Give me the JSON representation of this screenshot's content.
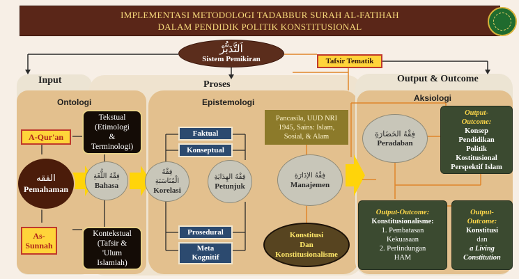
{
  "title": {
    "line1": "IMPLEMENTASI METODOLOGI TADABBUR SURAH AL-FATIHAH",
    "line2": "DALAM PENDIDIK POLITIK KONSTITUSIONAL"
  },
  "logo_icon": "university-seal-icon",
  "system": {
    "arabic": "اَلتَّدَبُّرْ",
    "label": "Sistem Pemikiran"
  },
  "tafsir": "Tafsir Tematik",
  "sections": {
    "input": "Input",
    "proses": "Proses",
    "output": "Output & Outcome"
  },
  "subsections": {
    "ontologi": "Ontologi",
    "epistemologi": "Epistemologi",
    "aksiologi": "Aksiologi"
  },
  "sources": {
    "quran": "A-Qur'an",
    "sunnah_1": "As-",
    "sunnah_2": "Sunnah"
  },
  "fiqh": {
    "arabic": "الفقه",
    "label": "Pemahaman"
  },
  "tekstual": {
    "l1": "Tekstual",
    "l2": "(Etimologi",
    "l3": "&",
    "l4": "Terminologi)"
  },
  "kontekstual": {
    "l1": "Kontekstual",
    "l2": "(Tafsir &",
    "l3": "'Ulum",
    "l4": "Islamiah)"
  },
  "bahasa": {
    "arabic": "فِقْهُ اللُّغَةِ",
    "label": "Bahasa"
  },
  "korelasi": {
    "arabic1": "فِقْهُ",
    "arabic2": "الْمُنَاسَبَةِ",
    "label": "Korelasi"
  },
  "petunjuk": {
    "arabic": "فِقْهُ الهِدَايَةِ",
    "label": "Petunjuk"
  },
  "manajemen": {
    "arabic": "فِقْهُ الإدَارَةِ",
    "label": "Manajemen"
  },
  "peradaban": {
    "arabic": "فِقْهُ الحَضَارَةِ",
    "label": "Peradaban"
  },
  "knowledge": {
    "faktual": "Faktual",
    "konseptual": "Konseptual",
    "prosedural": "Prosedural",
    "meta_1": "Meta",
    "meta_2": "Kognitif"
  },
  "pancasila": {
    "l1": "Pancasila, UUD NRI",
    "l2": "1945, Sains: Islam,",
    "l3": "Sosial, & Alam"
  },
  "konstitusi": {
    "l1": "Konstitusi",
    "l2": "Dan",
    "l3": "Konstitusionalisme"
  },
  "outcome_top": {
    "l1": "Output-",
    "l2": "Outcome:",
    "l3": "Konsep",
    "l4": "Pendidikan",
    "l5": "Politik",
    "l6": "Kostitusional",
    "l7": "Perspektif Islam"
  },
  "outcome_left": {
    "head": "Output-Outcome:",
    "sub": "Konstitusionalisme:",
    "i1a": "1.   Pembatasan",
    "i1b": "Kekuasaan",
    "i2a": "2.   Perlindungan",
    "i2b": "HAM"
  },
  "outcome_right": {
    "l1": "Output-",
    "l2": "Outcome:",
    "l3": "Konstitusi",
    "l4": "dan",
    "l5": "a Living",
    "l6": "Constitution"
  },
  "colors": {
    "title_bg": "#5a2618",
    "title_text": "#f5d77a",
    "panel": "#e3c69c",
    "arrow": "#ffd40a",
    "source_box": "#ffd43a",
    "blue_box": "#2c4a6f",
    "gray_circle": "#c8c6b9",
    "dark_green": "#3b4a30"
  }
}
